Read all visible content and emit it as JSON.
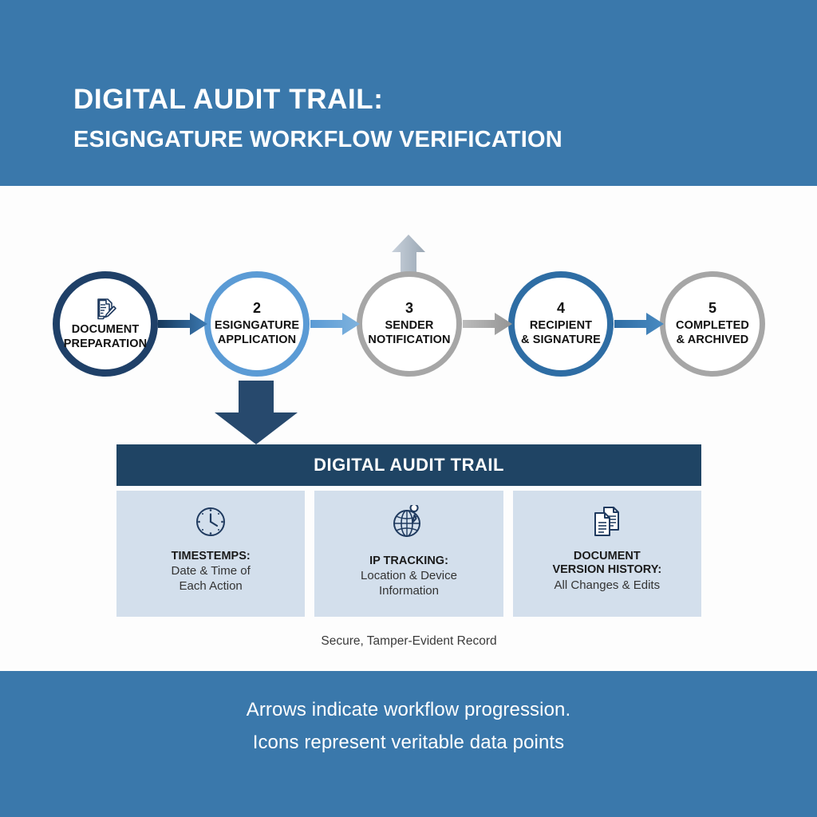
{
  "header": {
    "title": "DIGITAL AUDIT TRAIL:",
    "subtitle": "ESIGNGATURE WORKFLOW VERIFICATION",
    "background_color": "#3a78ab",
    "text_color": "#ffffff"
  },
  "workflow": {
    "steps": [
      {
        "number": "",
        "label": "DOCUMENT\nPREPARATION",
        "icon": "document-pencil-icon",
        "ring_color": "#1f4068",
        "has_icon": true
      },
      {
        "number": "2",
        "label": "ESIGNGATURE\nAPPLICATION",
        "icon": "",
        "ring_color": "#5b9bd5",
        "has_icon": false
      },
      {
        "number": "3",
        "label": "SENDER\nNOTIFICATION",
        "icon": "",
        "ring_color": "#a6a6a6",
        "has_icon": false
      },
      {
        "number": "4",
        "label": "RECIPIENT\n& SIGNATURE",
        "icon": "",
        "ring_color": "#2e6da4",
        "has_icon": false
      },
      {
        "number": "5",
        "label": "COMPLETED\n& ARCHIVED",
        "icon": "",
        "ring_color": "#a6a6a6",
        "has_icon": false
      }
    ],
    "arrows": [
      {
        "name": "arrow-step1-to-step2",
        "color": "#1f4d7a"
      },
      {
        "name": "arrow-step2-to-step3",
        "color": "#5b9bd5"
      },
      {
        "name": "arrow-step3-to-step4",
        "color": "#a6a6a6"
      },
      {
        "name": "arrow-step4-to-step5",
        "color": "#2e6da4"
      }
    ],
    "up_arrow": {
      "name": "up-arrow-above-step3",
      "color": "#b7c3d0"
    },
    "down_arrow": {
      "name": "down-arrow-to-audit-panel",
      "color": "#27496d"
    }
  },
  "audit_panel": {
    "title": "DIGITAL AUDIT TRAIL",
    "header_color": "#1f4464",
    "card_color": "#d3dfec",
    "cards": [
      {
        "icon": "clock-icon",
        "title": "TIMESTEMPS:",
        "subtitle": "Date & Time of\nEach Action"
      },
      {
        "icon": "globe-pin-icon",
        "title": "IP TRACKING:",
        "subtitle": "Location & Device\nInformation"
      },
      {
        "icon": "documents-stack-icon",
        "title": "DOCUMENT\nVERSION HISTORY:",
        "subtitle": "All Changes & Edits"
      }
    ],
    "footnote": "Secure, Tamper-Evident Record"
  },
  "footer": {
    "line1": "Arrows indicate workflow progression.",
    "line2": "Icons represent veritable data points",
    "background_color": "#3a78ab",
    "text_color": "#ffffff"
  }
}
